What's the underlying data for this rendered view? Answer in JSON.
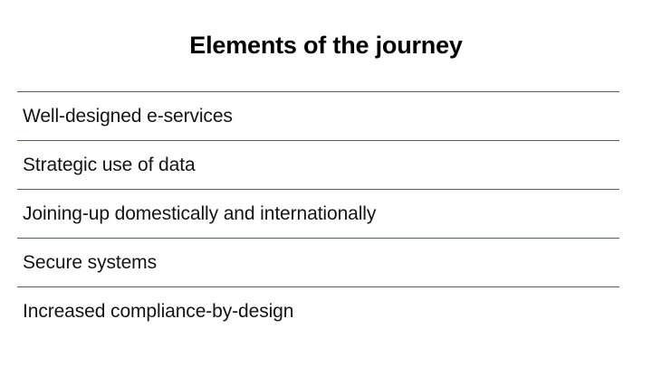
{
  "slide": {
    "title": "Elements of the journey",
    "background_color": "#ffffff",
    "title_color": "#000000",
    "rule_color": "#44607a",
    "text_color": "#141414",
    "items": [
      {
        "label": "Well-designed e-services"
      },
      {
        "label": "Strategic use of data"
      },
      {
        "label": "Joining-up domestically and internationally"
      },
      {
        "label": "Secure systems"
      },
      {
        "label": "Increased compliance-by-design"
      }
    ]
  }
}
